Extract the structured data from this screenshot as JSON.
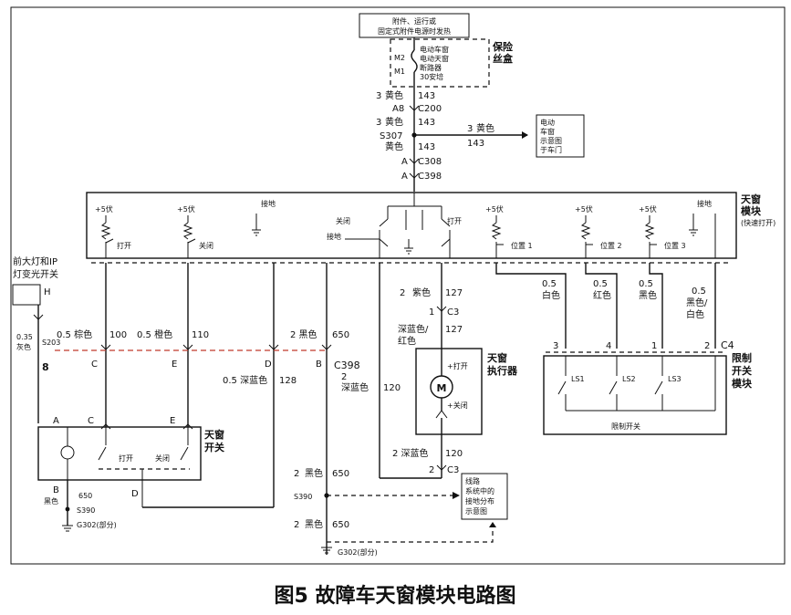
{
  "title": "图5 故障车天窗模块电路图",
  "fuse_box": {
    "power_note_1": "附件、运行或",
    "power_note_2": "固定式附件电源时发热",
    "fuse_line_1": "电动车窗",
    "fuse_line_2": "电动天窗",
    "fuse_line_3": "断路器",
    "fuse_line_4": "30安培",
    "m2": "M2",
    "m1": "M1",
    "label_1": "保险",
    "label_2": "丝盒"
  },
  "feed": {
    "w1_size": "3",
    "w1_color": "黄色",
    "w1_num": "143",
    "conn1_pin": "A8",
    "conn1": "C200",
    "w2_size": "3",
    "w2_color": "黄色",
    "w2_num": "143",
    "splice": "S307",
    "w3_color": "黄色",
    "w3_num": "143",
    "conn2_pin": "A",
    "conn2": "C308",
    "conn3_pin": "A",
    "conn3": "C398",
    "branch_size": "3",
    "branch_color": "黄色",
    "branch_num": "143"
  },
  "ref_box": {
    "line1": "电动",
    "line2": "车窗",
    "line3": "示意图",
    "line4": "于车门"
  },
  "module": {
    "title_1": "天窗",
    "title_2": "模块",
    "title_3": "(快速打开)",
    "v5_1": "+5伏",
    "v5_2": "+5伏",
    "v5_3": "+5伏",
    "v5_4": "+5伏",
    "v5_5": "+5伏",
    "gnd_1": "接地",
    "gnd_2": "接地",
    "gnd_3": "接地",
    "open_1": "打开",
    "close_1": "关闭",
    "relay_close": "关闭",
    "relay_open": "打开",
    "pos1": "位置 1",
    "pos2": "位置 2",
    "pos3": "位置 3"
  },
  "headlamp": {
    "label_1": "前大灯和IP",
    "label_2": "灯变光开关",
    "pin_h": "H",
    "w_size": "0.35",
    "w_color": "灰色",
    "splice": "S203",
    "num": "8",
    "pin_a": "A"
  },
  "wires": {
    "brown": "0.5 棕色",
    "brown_num": "100",
    "orange": "0.5 橙色",
    "orange_num": "110",
    "black_top": "2 黑色",
    "black_top_num": "650",
    "darkblue_128": "0.5 深蓝色",
    "darkblue_128_num": "128",
    "c398": "C398",
    "dblue_120_size": "2",
    "dblue_120": "深蓝色",
    "dblue_120_num": "120",
    "purple_size": "2",
    "purple": "紫色",
    "purple_num": "127",
    "c3_top_pin": "1",
    "c3": "C3",
    "dblue_red_1": "深蓝色/",
    "dblue_red_2": "红色",
    "dblue_red_num": "127",
    "motor_dblue": "2 深蓝色",
    "motor_dblue_num": "120",
    "c3_bot_pin": "2",
    "c3_bot": "C3",
    "white": "白色",
    "white_size": "0.5",
    "red": "红色",
    "red_size": "0.5",
    "blk": "黑色",
    "blk_size": "0.5",
    "blkwht_size": "0.5",
    "blkwht_1": "黑色/",
    "blkwht_2": "白色"
  },
  "pins": {
    "c_left": "C",
    "e_left": "E",
    "d_right": "D",
    "b_right": "B",
    "c_sw": "C",
    "e_sw": "E",
    "b_sw": "B",
    "d_sw": "D",
    "p3": "3",
    "p4": "4",
    "p1": "1",
    "p2": "2",
    "c4": "C4"
  },
  "sw": {
    "title_1": "天窗",
    "title_2": "开关",
    "open": "打开",
    "close": "关闭",
    "gnd_size": "650",
    "gnd_color": "黑色",
    "splice": "S390",
    "ground": "G302(部分)"
  },
  "motor": {
    "title_1": "天窗",
    "title_2": "执行器",
    "plus_open": "+打开",
    "plus_close": "+关闭",
    "m": "M"
  },
  "limit": {
    "title_1": "限制",
    "title_2": "开关",
    "title_3": "模块",
    "ls1": "LS1",
    "ls2": "LS2",
    "ls3": "LS3",
    "bottom": "限制开关"
  },
  "ground": {
    "w1_size": "2",
    "w1_color": "黑色",
    "w1_num": "650",
    "splice": "S390",
    "w2_size": "2",
    "w2_color": "黑色",
    "w2_num": "650",
    "ground": "G302(部分)",
    "ref_1": "线路",
    "ref_2": "系统中的",
    "ref_3": "接地分布",
    "ref_4": "示意图"
  }
}
